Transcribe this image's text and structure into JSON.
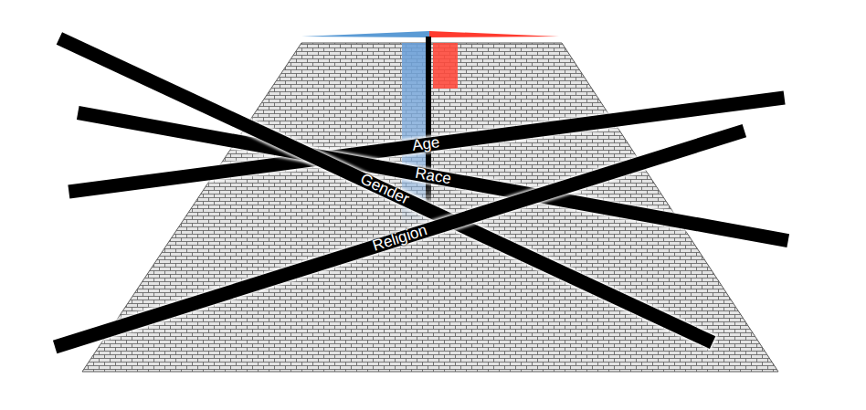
{
  "diagram": {
    "nodes": [
      {
        "text": [
          "Age"
        ]
      },
      {
        "text": [
          "Race"
        ]
      },
      {
        "text": [
          "Gender"
        ]
      },
      {
        "text": [
          "Religion"
        ]
      }
    ]
  }
}
